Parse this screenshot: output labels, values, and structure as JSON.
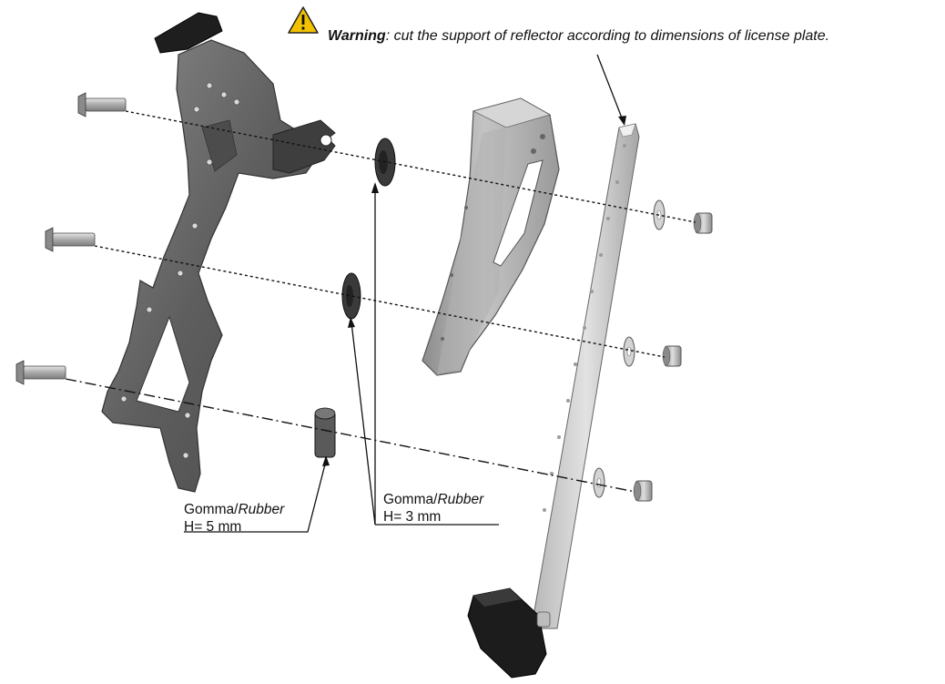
{
  "warning": {
    "icon": "warning-triangle-icon",
    "title": "Warning",
    "text": ": cut the support of reflector according to dimensions of license plate."
  },
  "callouts": [
    {
      "material_it": "Gomma/",
      "material_en": "Rubber",
      "height": "H= 5 mm"
    },
    {
      "material_it": "Gomma/",
      "material_en": "Rubber",
      "height": "H= 3 mm"
    }
  ],
  "colors": {
    "frame_dark": "#5a5a5a",
    "frame_light": "#9a9a9a",
    "bracket": "#a8a8a8",
    "strip": "#c9c9c9",
    "rubber_pad": "#1c1c1c",
    "warning_yellow": "#f2c200",
    "line": "#111111"
  }
}
